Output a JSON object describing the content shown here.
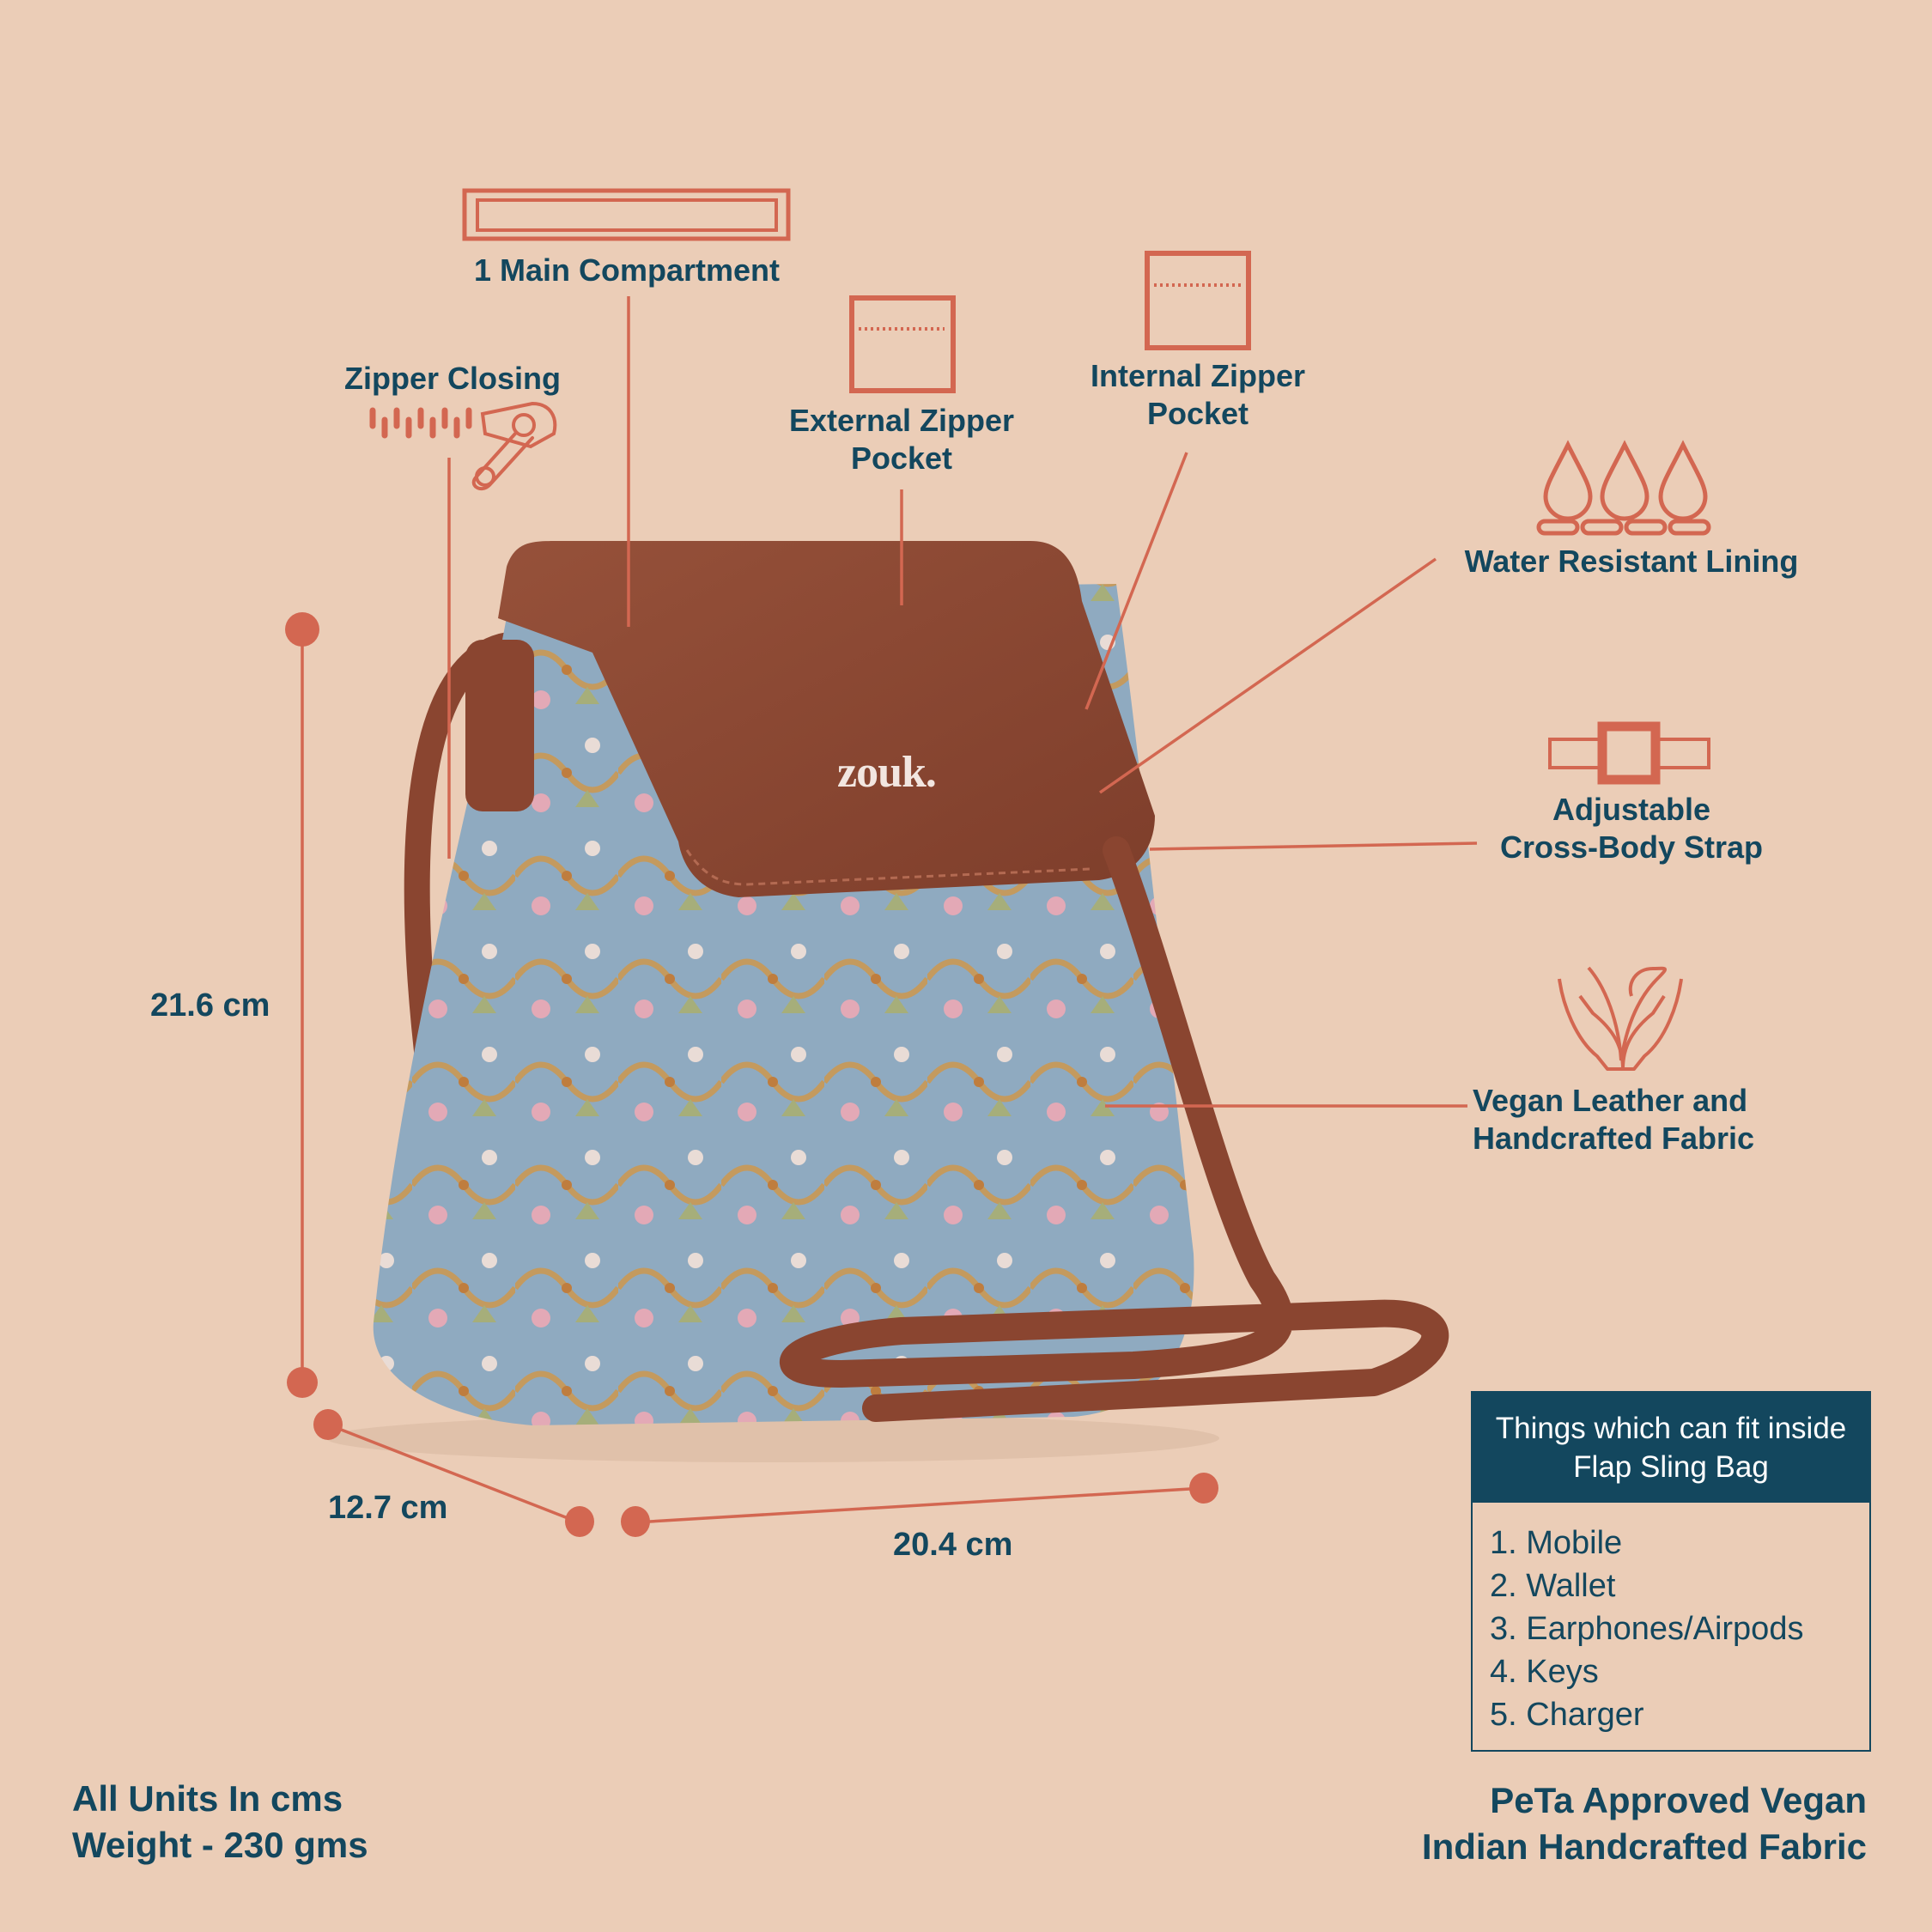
{
  "colors": {
    "background": "#EBCDB7",
    "accent": "#D36751",
    "text": "#13475E",
    "box_header_bg": "#13475E",
    "box_header_text": "#FFFFFF",
    "leather": "#8A4530",
    "fabric": "#8FAAC0"
  },
  "product": {
    "brand_logo": "zouk.",
    "name": "Flap Sling Bag"
  },
  "features": {
    "main_compartment": {
      "label": "1 Main Compartment",
      "icon": "compartment-icon"
    },
    "zipper_closing": {
      "label": "Zipper Closing",
      "icon": "zipper-pull-icon"
    },
    "external_pocket": {
      "label_line1": "External Zipper",
      "label_line2": "Pocket",
      "icon": "zipper-pocket-icon"
    },
    "internal_pocket": {
      "label_line1": "Internal Zipper",
      "label_line2": "Pocket",
      "icon": "zipper-pocket-icon"
    },
    "water_resistant": {
      "label": "Water Resistant Lining",
      "icon": "water-drops-icon"
    },
    "strap": {
      "label_line1": "Adjustable",
      "label_line2": "Cross-Body Strap",
      "icon": "buckle-icon"
    },
    "vegan": {
      "label_line1": "Vegan Leather and",
      "label_line2": "Handcrafted Fabric",
      "icon": "hands-leaf-icon"
    }
  },
  "dimensions": {
    "height": "21.6 cm",
    "depth": "12.7 cm",
    "width": "20.4 cm"
  },
  "fit_box": {
    "title_line1": "Things which can fit inside",
    "title_line2": "Flap Sling Bag",
    "items": [
      "1. Mobile",
      "2. Wallet",
      "3. Earphones/Airpods",
      "4. Keys",
      "5. Charger"
    ]
  },
  "footer": {
    "left_line1": "All Units In cms",
    "left_line2": "Weight - 230 gms",
    "right_line1": "PeTa Approved Vegan",
    "right_line2": "Indian Handcrafted Fabric"
  }
}
